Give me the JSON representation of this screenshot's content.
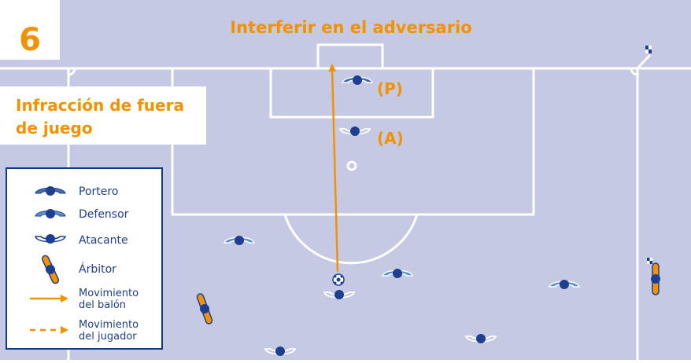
{
  "number": "6",
  "title": "Interferir en el adversario",
  "subtitle_line1": "Infracción de fuera",
  "subtitle_line2": "de juego",
  "labels": {
    "p": "(P)",
    "a": "(A)"
  },
  "legend": {
    "goalkeeper": "Portero",
    "defender": "Defensor",
    "attacker": "Atacante",
    "referee": "Árbitor",
    "ball_move_1": "Movimiento",
    "ball_move_2": "del balón",
    "player_move_1": "Movimiento",
    "player_move_2": "del jugador"
  },
  "colors": {
    "pitch": "#c5c9e3",
    "lines": "#ffffff",
    "orange": "#f39200",
    "blue_dark": "#1e3f8f",
    "blue_mid": "#3f6db3",
    "blue_light": "#5a93cf",
    "legend_border": "#0b3d8c",
    "legend_text": "#1e3f8f"
  }
}
